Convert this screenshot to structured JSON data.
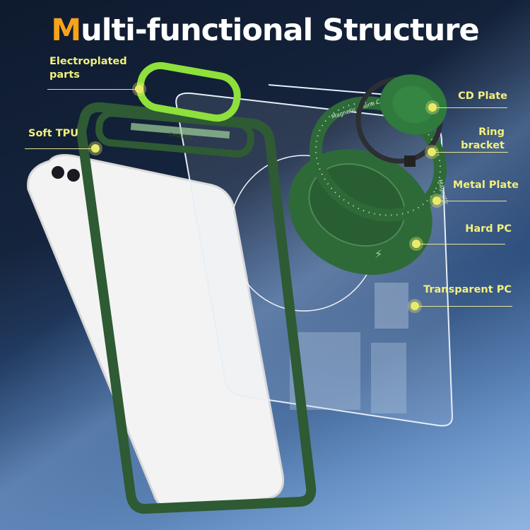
{
  "title": {
    "first_letter": "M",
    "rest": "ulti-functional Structure"
  },
  "labels": {
    "electroplated": "Electroplated parts",
    "soft_tpu": "Soft TPU",
    "cd_plate": "CD Plate",
    "ring_bracket": "Ring bracket",
    "metal_plate": "Metal Plate",
    "hard_pc": "Hard PC",
    "transparent_pc": "Transparent PC"
  },
  "product_lettering": {
    "ring_text": "Magnetic Phone Ca",
    "ring_text_2": "Magnetic",
    "camera_ring": "CASEPRN"
  },
  "colors": {
    "accent": "#f7a21b",
    "label": "#f3f07c",
    "case_green": "#2e5a34"
  }
}
